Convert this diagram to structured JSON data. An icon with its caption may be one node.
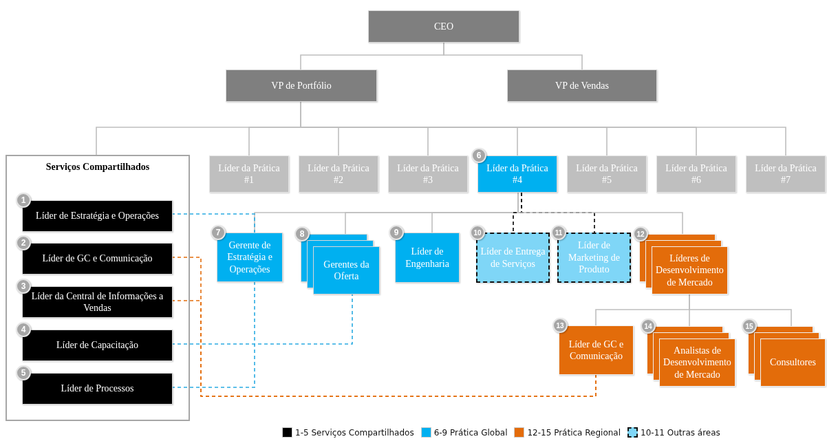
{
  "diagram": {
    "nodes": [
      {
        "text": [
          "CEO"
        ]
      },
      {
        "text": [
          "VP de Portfólio"
        ]
      },
      {
        "text": [
          "VP de Vendas"
        ]
      },
      {
        "text": [
          "Serviços Compartilhados"
        ]
      },
      {
        "text": [
          "Líder de Estratégia e Operações"
        ],
        "in": 3,
        "beside": [
          "1"
        ]
      },
      {
        "text": [
          "Líder de GC e Comunicação"
        ],
        "in": 3,
        "beside": [
          "2"
        ]
      },
      {
        "text": [
          "Líder da Central de Informações a Vendas"
        ],
        "in": 3,
        "beside": [
          "3"
        ]
      },
      {
        "text": [
          "Líder de Capacitação"
        ],
        "in": 3,
        "beside": [
          "4"
        ]
      },
      {
        "text": [
          "Líder de Processos"
        ],
        "in": 3,
        "beside": [
          "5"
        ]
      },
      {
        "text": [
          "Líder da Prática #1"
        ]
      },
      {
        "text": [
          "Líder da Prática #2"
        ]
      },
      {
        "text": [
          "Líder da Prática #3"
        ]
      },
      {
        "text": [
          "Líder da Prática #4"
        ],
        "beside": [
          "6"
        ]
      },
      {
        "text": [
          "Líder da Prática #5"
        ]
      },
      {
        "text": [
          "Líder da Prática #6"
        ]
      },
      {
        "text": [
          "Líder da Prática #7"
        ]
      },
      {
        "text": [
          "Gerente de Estratégia e Operações"
        ],
        "beside": [
          "7"
        ]
      },
      {
        "text": [
          "Gerentes da Oferta"
        ],
        "beside": [
          "8"
        ]
      },
      {
        "text": [
          "Líder de Engenharia"
        ],
        "beside": [
          "9"
        ]
      },
      {
        "text": [
          "Líder de Entrega de Serviços"
        ],
        "beside": [
          "10"
        ]
      },
      {
        "text": [
          "Líder de Marketing de Produto"
        ],
        "beside": [
          "11"
        ]
      },
      {
        "text": [
          "Líderes de Desenvolvimento de Mercado"
        ],
        "beside": [
          "12"
        ]
      },
      {
        "text": [
          "Líder de GC e Comunicação"
        ],
        "beside": [
          "13"
        ]
      },
      {
        "text": [
          "Analistas de Desenvolvimento de Mercado"
        ],
        "beside": [
          "14"
        ]
      },
      {
        "text": [
          "Consultores"
        ],
        "beside": [
          "15"
        ]
      }
    ],
    "edges": [
      {
        "from": 0,
        "to": 1,
        "arrow": "none"
      },
      {
        "from": 0,
        "to": 2,
        "arrow": "none"
      },
      {
        "from": 1,
        "to": 3,
        "arrow": "none"
      },
      {
        "from": 1,
        "to": 9,
        "arrow": "none"
      },
      {
        "from": 1,
        "to": 10,
        "arrow": "none"
      },
      {
        "from": 1,
        "to": 11,
        "arrow": "none"
      },
      {
        "from": 1,
        "to": 12,
        "arrow": "none"
      },
      {
        "from": 1,
        "to": 13,
        "arrow": "none"
      },
      {
        "from": 1,
        "to": 14,
        "arrow": "none"
      },
      {
        "from": 1,
        "to": 15,
        "arrow": "none"
      },
      {
        "from": 12,
        "to": 16,
        "arrow": "none"
      },
      {
        "from": 12,
        "to": 17,
        "arrow": "none"
      },
      {
        "from": 12,
        "to": 18,
        "arrow": "none"
      },
      {
        "from": 12,
        "to": 19,
        "arrow": "none",
        "style": "dashed",
        "color": "#000000"
      },
      {
        "from": 12,
        "to": 20,
        "arrow": "none",
        "style": "dashed",
        "color": "#000000"
      },
      {
        "from": 12,
        "to": 21,
        "arrow": "none"
      },
      {
        "from": 21,
        "to": 22,
        "arrow": "none"
      },
      {
        "from": 21,
        "to": 23,
        "arrow": "none"
      },
      {
        "from": 21,
        "to": 24,
        "arrow": "none"
      },
      {
        "from": 4,
        "to": 16,
        "arrow": "none",
        "style": "dashed",
        "color": "#29abe2"
      },
      {
        "from": 5,
        "to": 22,
        "arrow": "none",
        "style": "dashed",
        "color": "#e36c0a"
      },
      {
        "from": 6,
        "to": 22,
        "arrow": "none",
        "style": "dashed",
        "color": "#e36c0a"
      },
      {
        "from": 7,
        "to": 17,
        "arrow": "none",
        "style": "dashed",
        "color": "#29abe2"
      },
      {
        "from": 8,
        "to": 16,
        "arrow": "none",
        "style": "dashed",
        "color": "#29abe2"
      }
    ],
    "legend": [
      {
        "text": "1-5 Serviços Compartilhados",
        "color": "#000000"
      },
      {
        "text": "6-9 Prática Global",
        "color": "#00b0f0"
      },
      {
        "text": "12-15 Prática Regional",
        "color": "#e36c0a"
      },
      {
        "text": "10-11 Outras áreas"
      }
    ]
  }
}
